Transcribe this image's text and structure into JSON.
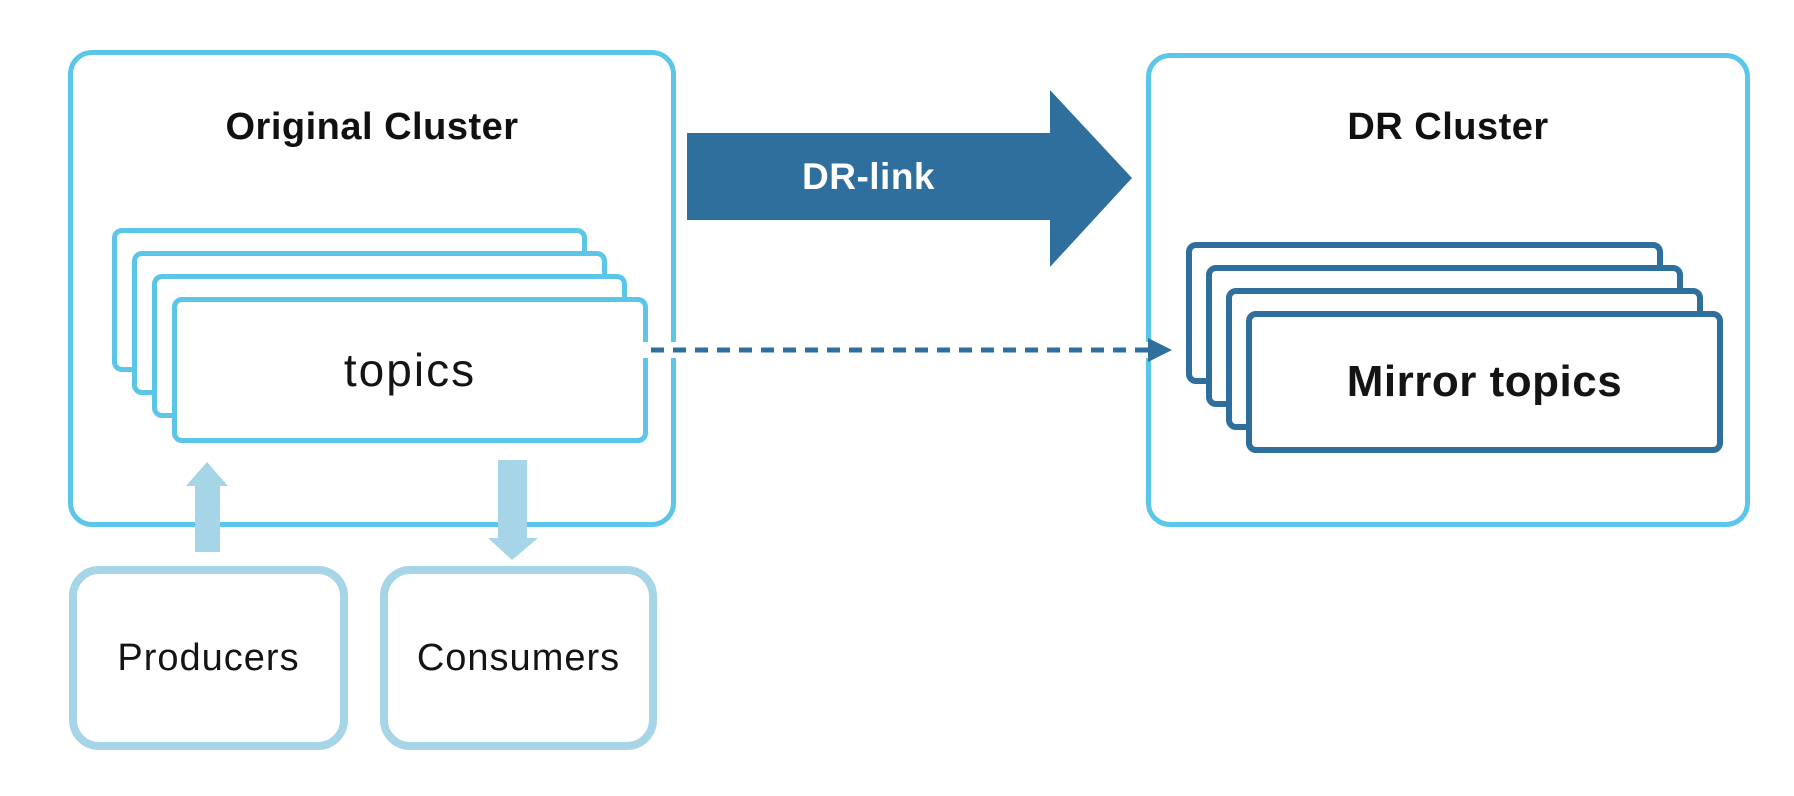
{
  "diagram": {
    "clusters": {
      "original": {
        "title": "Original Cluster",
        "topics_label": "topics",
        "card_count": 4
      },
      "dr": {
        "title": "DR Cluster",
        "mirror_label": "Mirror topics",
        "card_count": 4
      }
    },
    "dr_link": {
      "label": "DR-link"
    },
    "producers": {
      "label": "Producers"
    },
    "consumers": {
      "label": "Consumers"
    },
    "colors": {
      "cluster_border_blue": "#5CC6E9",
      "pale_blue": "#A6D5E7",
      "steel_blue": "#2E6F9E",
      "text": "#111111",
      "background": "#ffffff"
    }
  }
}
